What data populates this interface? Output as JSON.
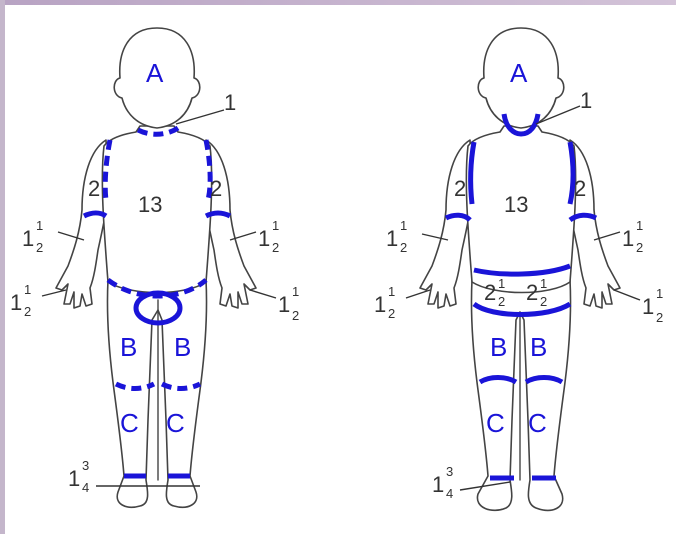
{
  "front": {
    "head": "A",
    "neck_whole": "1",
    "trunk": "13",
    "upper_arm_left": "2",
    "upper_arm_right": "2",
    "forearm_left": {
      "whole": "1",
      "num": "1",
      "den": "2"
    },
    "forearm_right": {
      "whole": "1",
      "num": "1",
      "den": "2"
    },
    "hand_left": {
      "whole": "1",
      "num": "1",
      "den": "2"
    },
    "hand_right": {
      "whole": "1",
      "num": "1",
      "den": "2"
    },
    "thigh_left": "B",
    "thigh_right": "B",
    "leg_left": "C",
    "leg_right": "C",
    "foot": {
      "whole": "1",
      "num": "3",
      "den": "4"
    }
  },
  "back": {
    "head": "A",
    "neck_whole": "1",
    "trunk": "13",
    "upper_arm_left": "2",
    "upper_arm_right": "2",
    "forearm_left": {
      "whole": "1",
      "num": "1",
      "den": "2"
    },
    "forearm_right": {
      "whole": "1",
      "num": "1",
      "den": "2"
    },
    "hand_left": {
      "whole": "1",
      "num": "1",
      "den": "2"
    },
    "hand_right": {
      "whole": "1",
      "num": "1",
      "den": "2"
    },
    "buttock_left": {
      "whole": "2",
      "num": "1",
      "den": "2"
    },
    "buttock_right": {
      "whole": "2",
      "num": "1",
      "den": "2"
    },
    "thigh_left": "B",
    "thigh_right": "B",
    "leg_left": "C",
    "leg_right": "C",
    "foot": {
      "whole": "1",
      "num": "3",
      "den": "4"
    }
  },
  "colors": {
    "region_line": "#1a14d8",
    "outline": "#444444",
    "text": "#333333"
  }
}
